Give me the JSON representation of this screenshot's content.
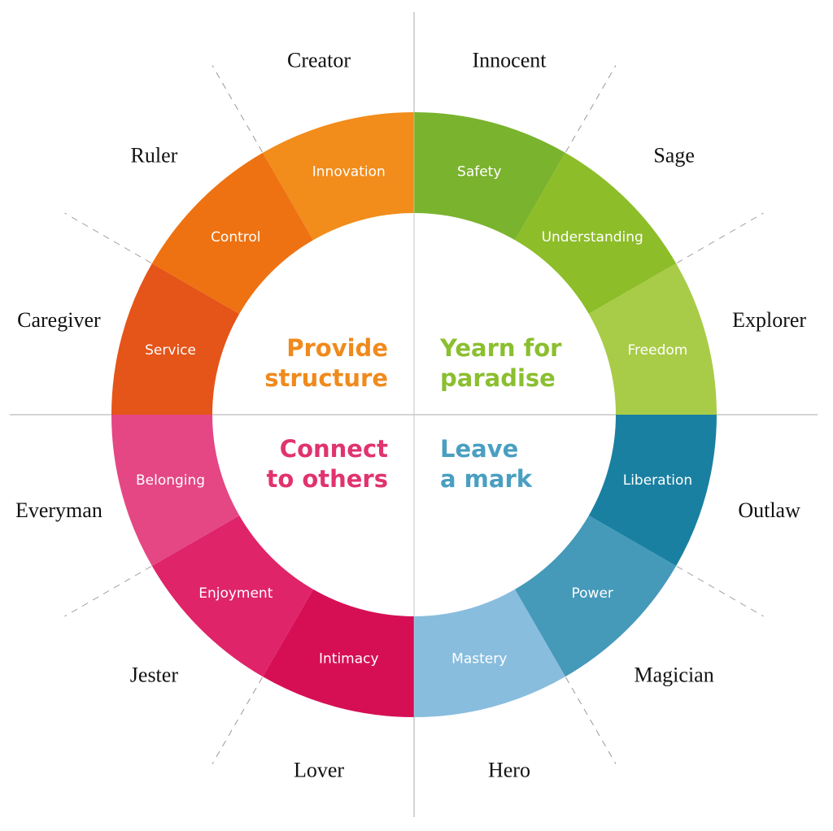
{
  "segments": [
    {
      "value": "Safety",
      "archetype": "Innocent",
      "color": "#7ab32e"
    },
    {
      "value": "Understanding",
      "archetype": "Sage",
      "color": "#8dbd29"
    },
    {
      "value": "Freedom",
      "archetype": "Explorer",
      "color": "#a8cc47"
    },
    {
      "value": "Liberation",
      "archetype": "Outlaw",
      "color": "#1a80a1"
    },
    {
      "value": "Power",
      "archetype": "Magician",
      "color": "#4599b9"
    },
    {
      "value": "Mastery",
      "archetype": "Hero",
      "color": "#88bddd"
    },
    {
      "value": "Intimacy",
      "archetype": "Lover",
      "color": "#d60f55"
    },
    {
      "value": "Enjoyment",
      "archetype": "Jester",
      "color": "#df2469"
    },
    {
      "value": "Belonging",
      "archetype": "Everyman",
      "color": "#e54684"
    },
    {
      "value": "Service",
      "archetype": "Caregiver",
      "color": "#e55418"
    },
    {
      "value": "Control",
      "archetype": "Ruler",
      "color": "#ee7212"
    },
    {
      "value": "Innovation",
      "archetype": "Creator",
      "color": "#f28c1b"
    }
  ],
  "quadrants": [
    {
      "line1": "Yearn for",
      "line2": "paradise",
      "color": "#8bbf2f",
      "side": "right",
      "pos": "top"
    },
    {
      "line1": "Leave",
      "line2": "a mark",
      "color": "#4a9fc1",
      "side": "right",
      "pos": "bottom"
    },
    {
      "line1": "Connect",
      "line2": "to others",
      "color": "#e0336f",
      "side": "left",
      "pos": "bottom"
    },
    {
      "line1": "Provide",
      "line2": "structure",
      "color": "#f08a1c",
      "side": "left",
      "pos": "top"
    }
  ]
}
